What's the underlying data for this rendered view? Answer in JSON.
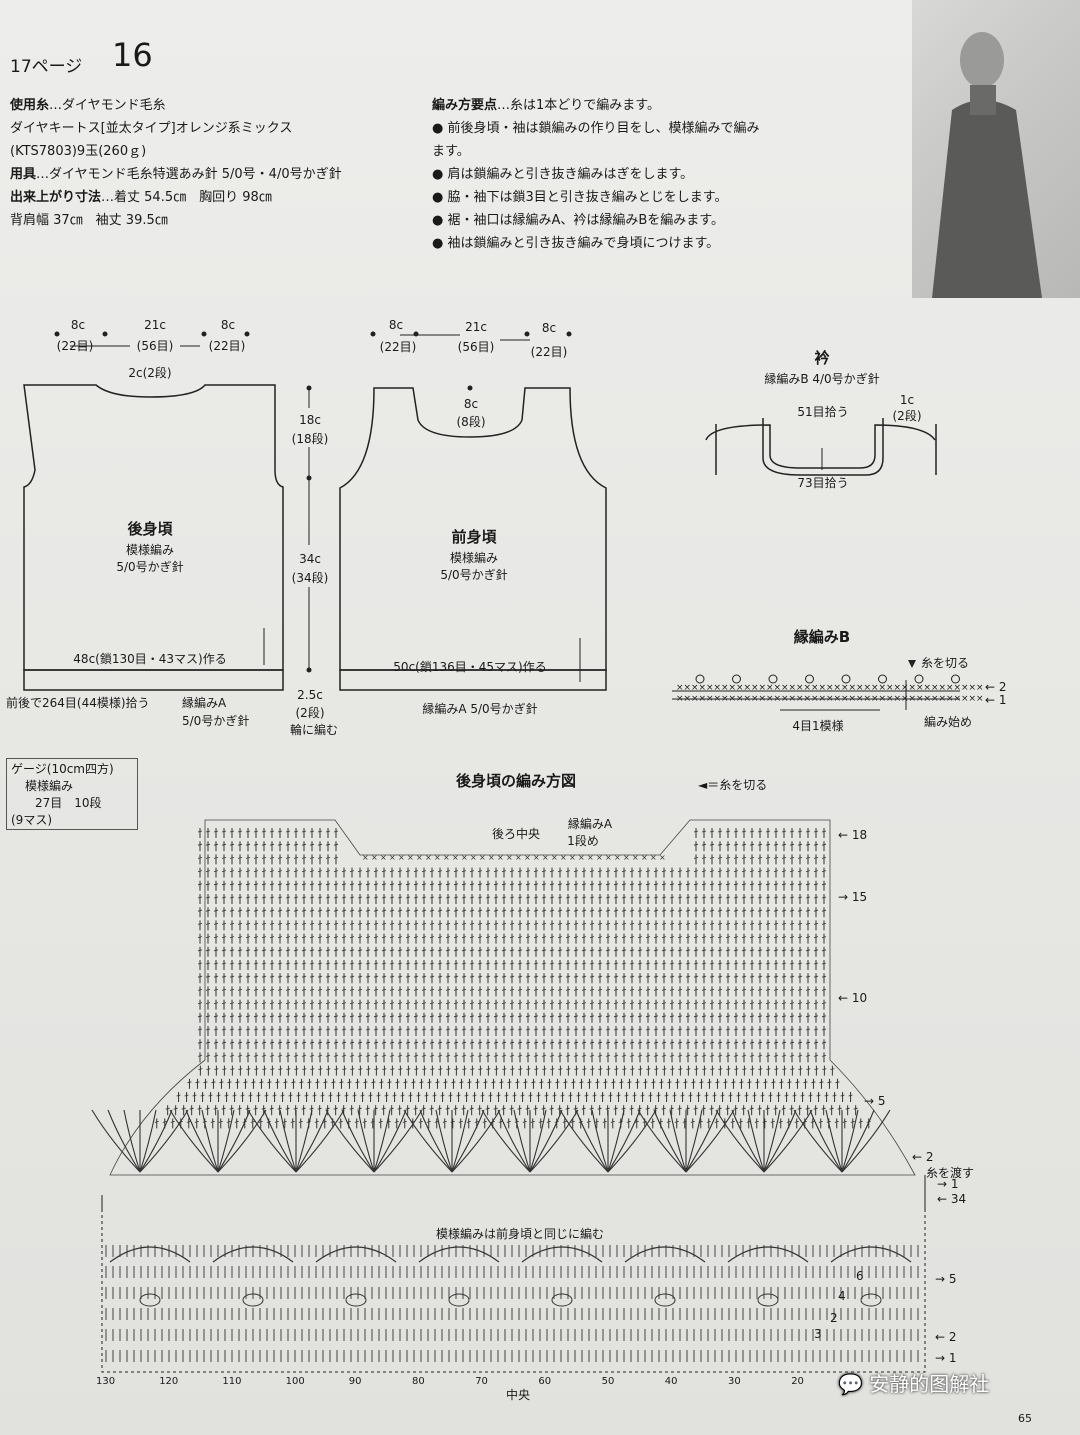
{
  "header": {
    "page_ref": "17ページ",
    "number": "16"
  },
  "materials": {
    "yarn_label": "使用糸",
    "yarn": "…ダイヤモンド毛糸",
    "yarn_product": "ダイヤキートス[並太タイプ]オレンジ系ミックス",
    "yarn_amount": "(KTS7803)9玉(260ｇ)",
    "tools_label": "用具",
    "tools": "…ダイヤモンド毛糸特選あみ針 5/0号・4/0号かぎ針",
    "size_label": "出来上がり寸法",
    "size": "…着丈 54.5㎝　胸回り 98㎝",
    "size2": "背肩幅 37㎝　袖丈 39.5㎝"
  },
  "points": {
    "title": "編み方要点",
    "title_rest": "…糸は1本どりで編みます。",
    "items": [
      "前後身頃・袖は鎖編みの作り目をし、模様編みで編み",
      "ます。",
      "肩は鎖編みと引き抜き編みはぎをします。",
      "脇・袖下は鎖3目と引き抜き編みとじをします。",
      "裾・袖口は縁編みA、衿は縁編みBを編みます。",
      "袖は鎖編みと引き抜き編みで身頃につけます。"
    ]
  },
  "back_schematic": {
    "top_dims": [
      "8c",
      "21c",
      "8c"
    ],
    "top_counts": [
      "(22目)",
      "(56目)",
      "(22目)"
    ],
    "neck": "2c(2段)",
    "title": "後身頃",
    "pattern": "模様編み",
    "hook": "5/0号かぎ針",
    "base": "48c(鎖130目・43マス)作る",
    "pickup": "前後で264目(44模様)拾う",
    "edging": "縁編みA",
    "edging_hook": "5/0号かぎ針"
  },
  "front_schematic": {
    "top_dims": [
      "8c",
      "21c",
      "8c"
    ],
    "top_counts": [
      "(22目)",
      "(56目)",
      "(22目)"
    ],
    "neck_depth": "8c",
    "neck_rows": "(8段)",
    "title": "前身頃",
    "pattern": "模様編み",
    "hook": "5/0号かぎ針",
    "base": "50c(鎖136目・45マス)作る",
    "edging": "縁編みA 5/0号かぎ針"
  },
  "side_dims": {
    "upper": "18c",
    "upper_rows": "(18段)",
    "middle": "34c",
    "middle_rows": "(34段)",
    "lower": "2.5c",
    "lower_rows": "(2段)",
    "round": "輪に編む"
  },
  "collar": {
    "title": "衿",
    "subtitle": "縁編みB 4/0号かぎ針",
    "inner": "51目拾う",
    "side": "1c",
    "side_rows": "(2段)",
    "outer": "73目拾う"
  },
  "edging_b": {
    "title": "縁編みB",
    "cut": "糸を切る",
    "repeat": "4目1模様",
    "start": "編み始め",
    "rows": [
      "2",
      "1"
    ]
  },
  "gauge": {
    "title": "ゲージ(10cm四方)",
    "pattern": "模様編み",
    "stitches": "27目　10段",
    "squares": "(9マス)"
  },
  "chart": {
    "title": "後身頃の編み方図",
    "cut_legend": "◄＝糸を切る",
    "center_back": "後ろ中央",
    "edging_a": "縁編みA",
    "edging_a_row": "1段め",
    "row_labels": [
      "18",
      "15",
      "10",
      "5",
      "2",
      "1",
      "34"
    ],
    "pass_yarn": "糸を渡す",
    "same_as_front": "模様編みは前身頃と同じに編む",
    "bottom_rows": [
      "5",
      "2",
      "1"
    ],
    "inner_numbers": [
      "6",
      "4",
      "2",
      "3"
    ],
    "axis_ticks": [
      "130",
      "120",
      "110",
      "100",
      "90",
      "80",
      "70",
      "60",
      "50",
      "40",
      "30",
      "20"
    ],
    "center": "中央"
  },
  "footer": {
    "watermark": "安静的图解社",
    "page_number": "65"
  }
}
